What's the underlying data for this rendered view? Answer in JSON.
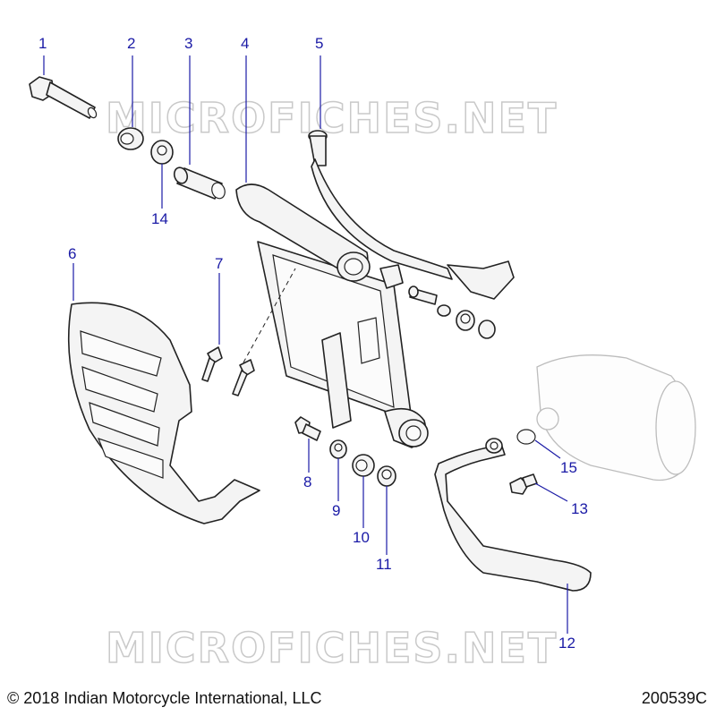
{
  "watermark": "MICROFICHES.NET",
  "copyright": "© 2018 Indian Motorcycle International, LLC",
  "diagram_code": "200539C",
  "callouts": [
    "1",
    "2",
    "3",
    "4",
    "5",
    "6",
    "7",
    "8",
    "9",
    "10",
    "11",
    "12",
    "13",
    "14",
    "15"
  ],
  "colors": {
    "callout": "#1a1aa6",
    "line": "#222222",
    "watermark": "#c9c9c9"
  }
}
